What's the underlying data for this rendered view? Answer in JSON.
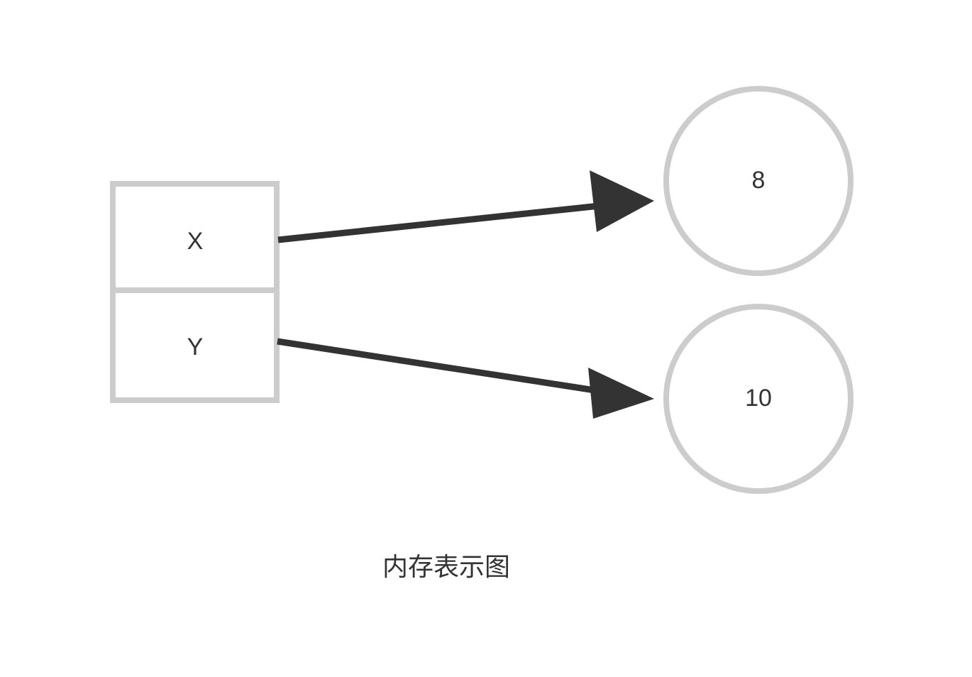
{
  "diagram": {
    "caption": "内存表示图",
    "stack": {
      "name": "variable-table",
      "cells": [
        {
          "label": "X"
        },
        {
          "label": "Y"
        }
      ]
    },
    "heap": {
      "name": "value-objects",
      "nodes": [
        {
          "value": "8"
        },
        {
          "value": "10"
        }
      ]
    },
    "edges": [
      {
        "from": "X",
        "to": "8"
      },
      {
        "from": "Y",
        "to": "10"
      }
    ],
    "colors": {
      "background": "#ffffff",
      "shape_stroke": "#cccccc",
      "arrow": "#333333",
      "text": "#333333"
    }
  }
}
